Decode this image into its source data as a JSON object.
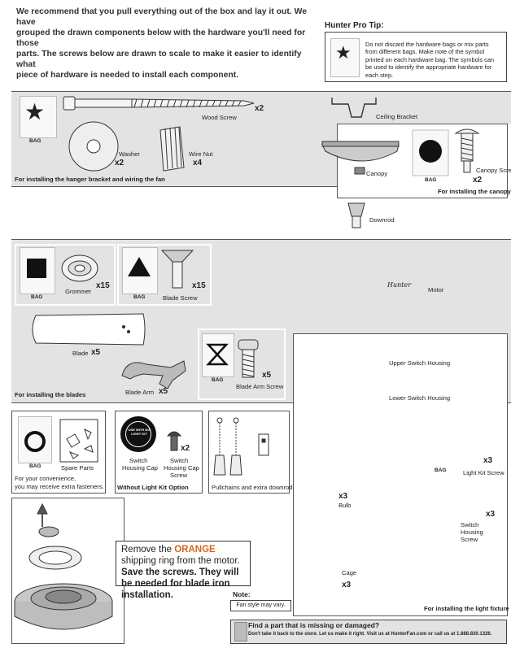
{
  "intro": {
    "lines": [
      "We recommend that you pull everything out of the box and lay it out. We have",
      "grouped the drawn components below with the hardware you'll need for those",
      "parts. The screws below are drawn to scale to make it easier to identify what",
      "piece of hardware is needed to install each component."
    ]
  },
  "tip": {
    "heading": "Hunter Pro Tip:",
    "text": "Do not discard the hardware bags or mix parts from different bags. Make note of the symbol printed on each hardware bag. The symbols can be used to identify the appropriate hardware for each step."
  },
  "section1": {
    "bag": "BAG",
    "wood_screw": "Wood Screw",
    "wood_screw_count": "x2",
    "washer": "Washer",
    "washer_count": "x2",
    "wire_nut": "Wire Nut",
    "wire_nut_count": "x4",
    "caption": "For installing the hanger bracket and wiring the fan"
  },
  "canopy_section": {
    "ceiling_bracket": "Ceiling Bracket",
    "canopy": "Canopy",
    "bag": "BAG",
    "canopy_screw": "Canopy Screw",
    "canopy_screw_count": "x2",
    "caption": "For installing the canopy",
    "downrod": "Downrod"
  },
  "blades_section": {
    "bag1": "BAG",
    "grommet": "Grommet",
    "grommet_count": "x15",
    "bag2": "BAG",
    "blade_screw": "Blade Screw",
    "blade_screw_count": "x15",
    "blade": "Blade",
    "blade_count": "x5",
    "blade_arm": "Blade Arm",
    "blade_arm_count": "x5",
    "bag3": "BAG",
    "blade_arm_screw": "Blade Arm Screw",
    "blade_arm_screw_count": "x5",
    "motor": "Motor",
    "caption": "For installing the blades"
  },
  "light_section": {
    "upper_switch_housing": "Upper Switch Housing",
    "lower_switch_housing": "Lower Switch Housing",
    "bag": "BAG",
    "light_kit_screw": "Light Kit Screw",
    "light_kit_screw_count": "x3",
    "bulb": "Bulb",
    "bulb_count": "x3",
    "switch_housing_screw": "Switch Housing Screw",
    "switch_housing_screw_count": "x3",
    "cage": "Cage",
    "cage_count": "x3",
    "caption": "For installing the light fixture"
  },
  "spare_box": {
    "bag": "BAG",
    "spare_parts": "Spare Parts",
    "convenience": [
      "For your convenience,",
      "you may receive extra fasteners."
    ]
  },
  "no_light_box": {
    "switch_housing_cap": [
      "Switch",
      "Housing Cap"
    ],
    "switch_housing_cap_screw": [
      "Switch",
      "Housing Cap",
      "Screw"
    ],
    "count": "x2",
    "caption": "Without Light Kit Option",
    "cap_text": "USE WITH NO LIGHT KIT"
  },
  "pullchain_box": {
    "caption": "Pullchains and extra downrod"
  },
  "notice": {
    "pre": "Remove the ",
    "orange": "ORANGE",
    "mid": " shipping ring from the motor. ",
    "bold": "Save the screws. They will be needed for blade iron installation."
  },
  "note": {
    "heading": "Note:",
    "text": "Fan style may vary."
  },
  "footer": {
    "question": "Find a part that is missing or damaged?",
    "text": "Don't take it back to the store. Let us make it right. Visit us at HunterFan.com or call us at 1.888.830.1326."
  },
  "motor_logo": "Hunter"
}
